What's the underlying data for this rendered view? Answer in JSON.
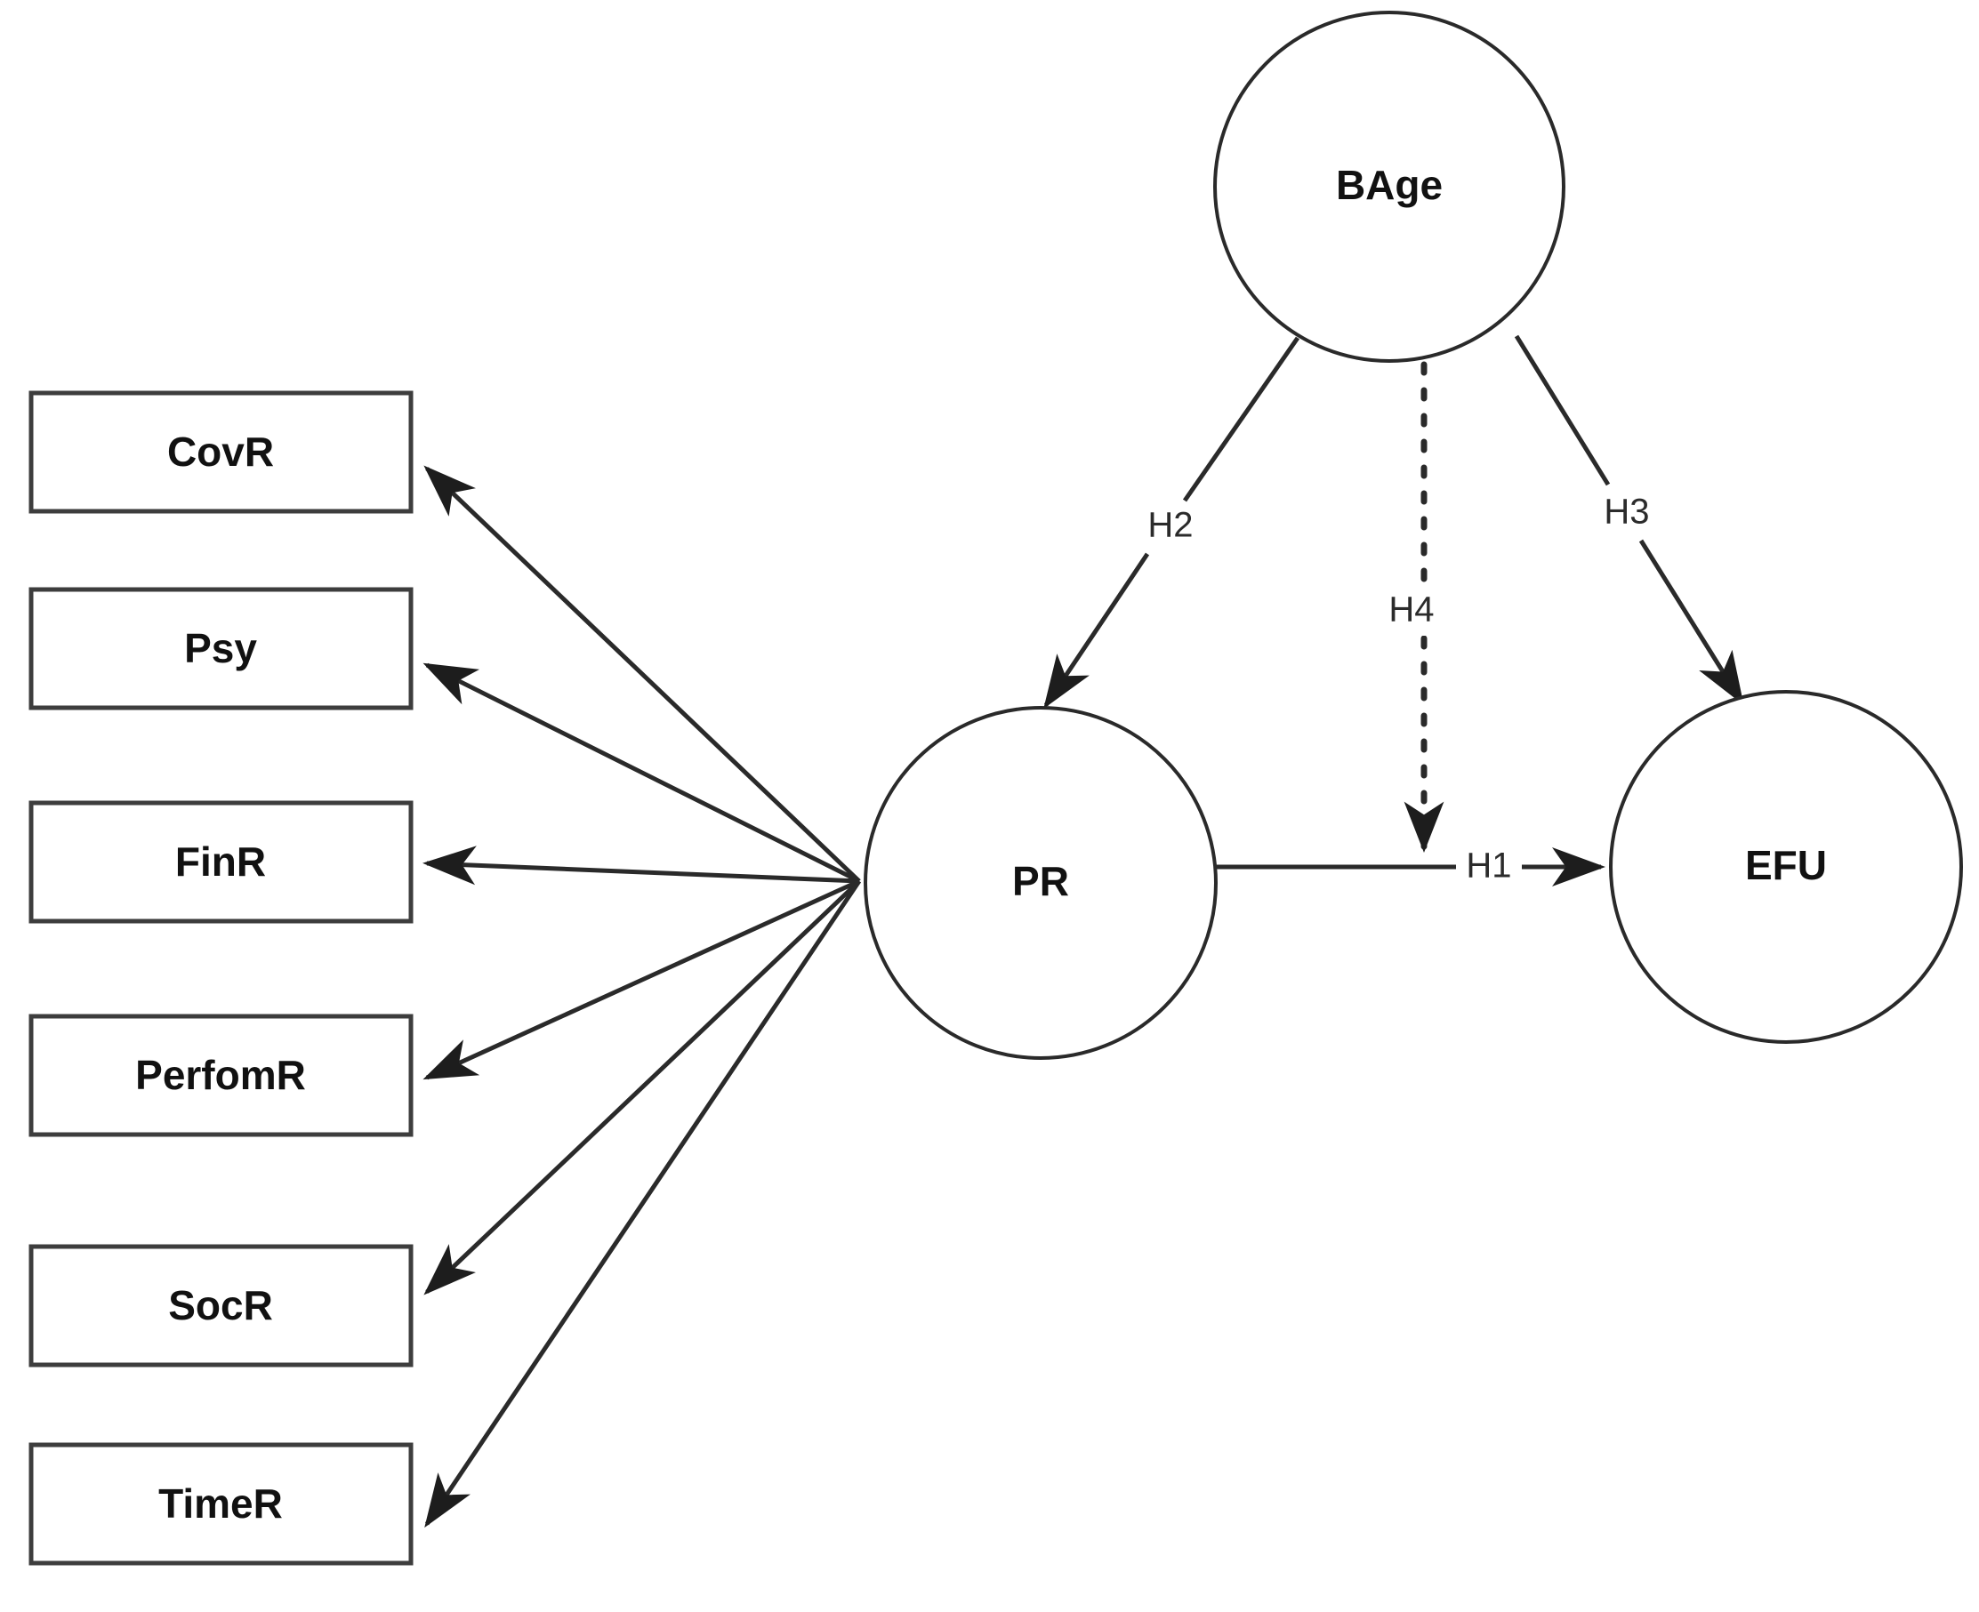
{
  "diagram": {
    "type": "structural-equation-model",
    "title": "",
    "background_color": "#ffffff",
    "stroke_color": "#2a2a2a",
    "box_stroke_color": "#3d3d3d",
    "text_color": "#111111",
    "indicators": [
      {
        "id": "covr",
        "label": "CovR"
      },
      {
        "id": "psy",
        "label": "Psy"
      },
      {
        "id": "finr",
        "label": "FinR"
      },
      {
        "id": "perfomr",
        "label": "PerfomR"
      },
      {
        "id": "socr",
        "label": "SocR"
      },
      {
        "id": "timer",
        "label": "TimeR"
      }
    ],
    "constructs": [
      {
        "id": "bage",
        "label": "BAge"
      },
      {
        "id": "pr",
        "label": "PR"
      },
      {
        "id": "efu",
        "label": "EFU"
      }
    ],
    "paths": [
      {
        "id": "h1",
        "label": "H1",
        "from": "PR",
        "to": "EFU",
        "style": "solid"
      },
      {
        "id": "h2",
        "label": "H2",
        "from": "BAge",
        "to": "PR",
        "style": "solid"
      },
      {
        "id": "h3",
        "label": "H3",
        "from": "BAge",
        "to": "EFU",
        "style": "solid"
      },
      {
        "id": "h4",
        "label": "H4",
        "from": "BAge",
        "to": "PR-EFU path",
        "style": "dotted"
      }
    ],
    "measurement_paths": [
      {
        "from": "PR",
        "to": "CovR"
      },
      {
        "from": "PR",
        "to": "Psy"
      },
      {
        "from": "PR",
        "to": "FinR"
      },
      {
        "from": "PR",
        "to": "PerfomR"
      },
      {
        "from": "PR",
        "to": "SocR"
      },
      {
        "from": "PR",
        "to": "TimeR"
      }
    ]
  }
}
